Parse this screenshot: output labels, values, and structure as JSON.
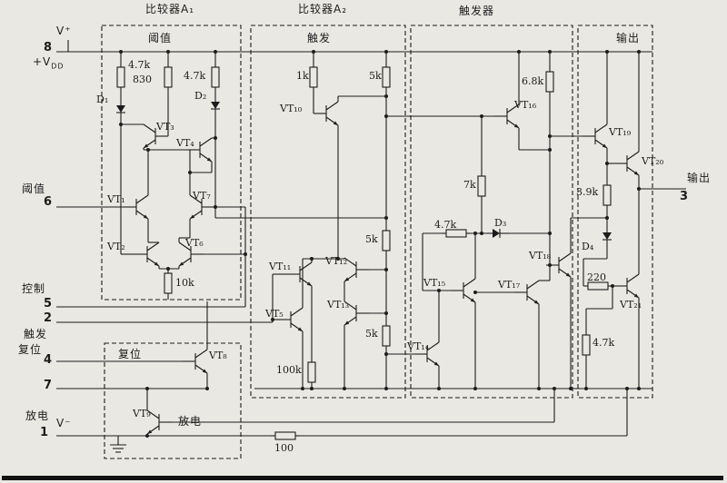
{
  "titles": {
    "comp_a1": "比较器A₁",
    "comp_a2": "比较器A₂",
    "flipflop": "触发器"
  },
  "inner_labels": {
    "threshold_top": "阈值",
    "trigger_top": "触发",
    "output_top": "输出",
    "reset_box": "复位",
    "discharge_inner": "放电"
  },
  "pins": {
    "vplus": "V⁺",
    "pin8": "8",
    "vdd_main": "+V",
    "vdd_sub": "DD",
    "threshold": "阈值",
    "pin6": "6",
    "control": "控制",
    "pin5": "5",
    "pin2": "2",
    "trigger": "触发",
    "reset": "复位",
    "pin4": "4",
    "pin7": "7",
    "discharge": "放电",
    "pin1": "1",
    "vminus": "V⁻",
    "output": "输出",
    "pin3": "3"
  },
  "resistors": {
    "a1_r1": "4.7k",
    "a1_r2": "830",
    "a1_r3": "4.7k",
    "a1_r4": "10k",
    "a2_r1": "1k",
    "a2_r2": "5k",
    "a2_r3": "5k",
    "a2_r4": "5k",
    "a2_r5": "100k",
    "ff_r1": "6.8k",
    "ff_r2": "7k",
    "ff_r3": "4.7k",
    "ff_r4": "4.7k",
    "out_r1": "3.9k",
    "out_r2": "220",
    "bottom_r": "100"
  },
  "transistors": {
    "vt1": "VT₁",
    "vt2": "VT₂",
    "vt3": "VT₃",
    "vt4": "VT₄",
    "vt5": "VT₅",
    "vt6": "VT₆",
    "vt7": "VT₇",
    "vt8": "VT₈",
    "vt9": "VT₉",
    "vt10": "VT₁₀",
    "vt11": "VT₁₁",
    "vt12": "VT₁₂",
    "vt13": "VT₁₃",
    "vt14": "VT₁₄",
    "vt15": "VT₁₅",
    "vt16": "VT₁₆",
    "vt17": "VT₁₇",
    "vt18": "VT₁₈",
    "vt19": "VT₁₉",
    "vt20": "VT₂₀",
    "vt21": "VT₂₁"
  },
  "diodes": {
    "d1": "D₁",
    "d2": "D₂",
    "d3": "D₃",
    "d4": "D₄"
  }
}
